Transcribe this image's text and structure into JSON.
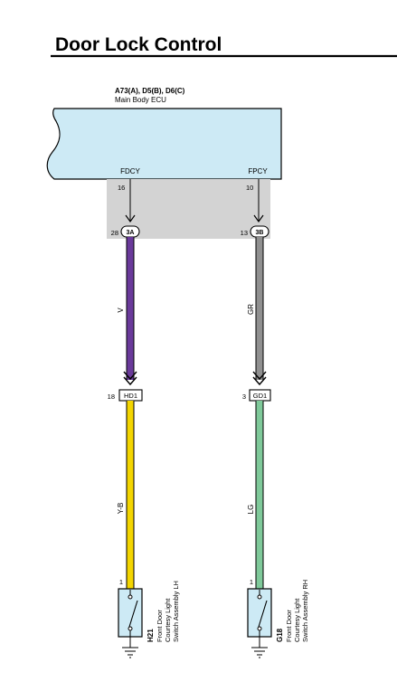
{
  "title": "Door Lock Control",
  "colors": {
    "ecu_fill": "#cdeaf5",
    "junction_fill": "#d3d3d3",
    "wire_violet": "#6a3a9a",
    "wire_gray": "#909090",
    "wire_yellow": "#f3d500",
    "wire_light_green": "#7fc99a",
    "switch_fill": "#cdeaf5"
  },
  "ecu": {
    "ref": "A73(A), D5(B), D6(C)",
    "name": "Main Body ECU",
    "left_terminal": {
      "name": "FDCY",
      "pin": "16"
    },
    "right_terminal": {
      "name": "FPCY",
      "pin": "10"
    }
  },
  "junction": {
    "left": {
      "pin": "28",
      "label": "3A"
    },
    "right": {
      "pin": "13",
      "label": "3B"
    }
  },
  "wires": {
    "left_upper": "V",
    "right_upper": "GR",
    "left_lower": "Y-B",
    "right_lower": "LG"
  },
  "connectors": {
    "left": {
      "pin": "18",
      "label": "HD1"
    },
    "right": {
      "pin": "3",
      "label": "GD1"
    }
  },
  "switches": {
    "left": {
      "pin": "1",
      "id": "H21",
      "name_lines": [
        "Front Door",
        "Courtesy Light",
        "Switch Assembly LH"
      ]
    },
    "right": {
      "pin": "1",
      "id": "G18",
      "name_lines": [
        "Front Door",
        "Courtesy Light",
        "Switch Assembly RH"
      ]
    }
  }
}
